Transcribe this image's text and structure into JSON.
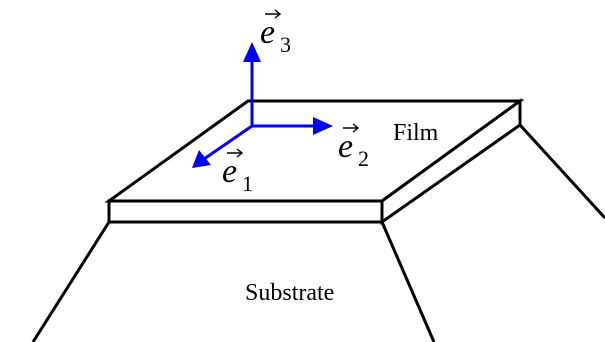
{
  "labels": {
    "film": "Film",
    "substrate": "Substrate"
  },
  "basis_vectors": [
    {
      "symbol": "e",
      "subscript": "1"
    },
    {
      "symbol": "e",
      "subscript": "2"
    },
    {
      "symbol": "e",
      "subscript": "3"
    }
  ],
  "colors": {
    "axes": "#0000ff",
    "outline": "#000000",
    "background": "#ffffff"
  }
}
